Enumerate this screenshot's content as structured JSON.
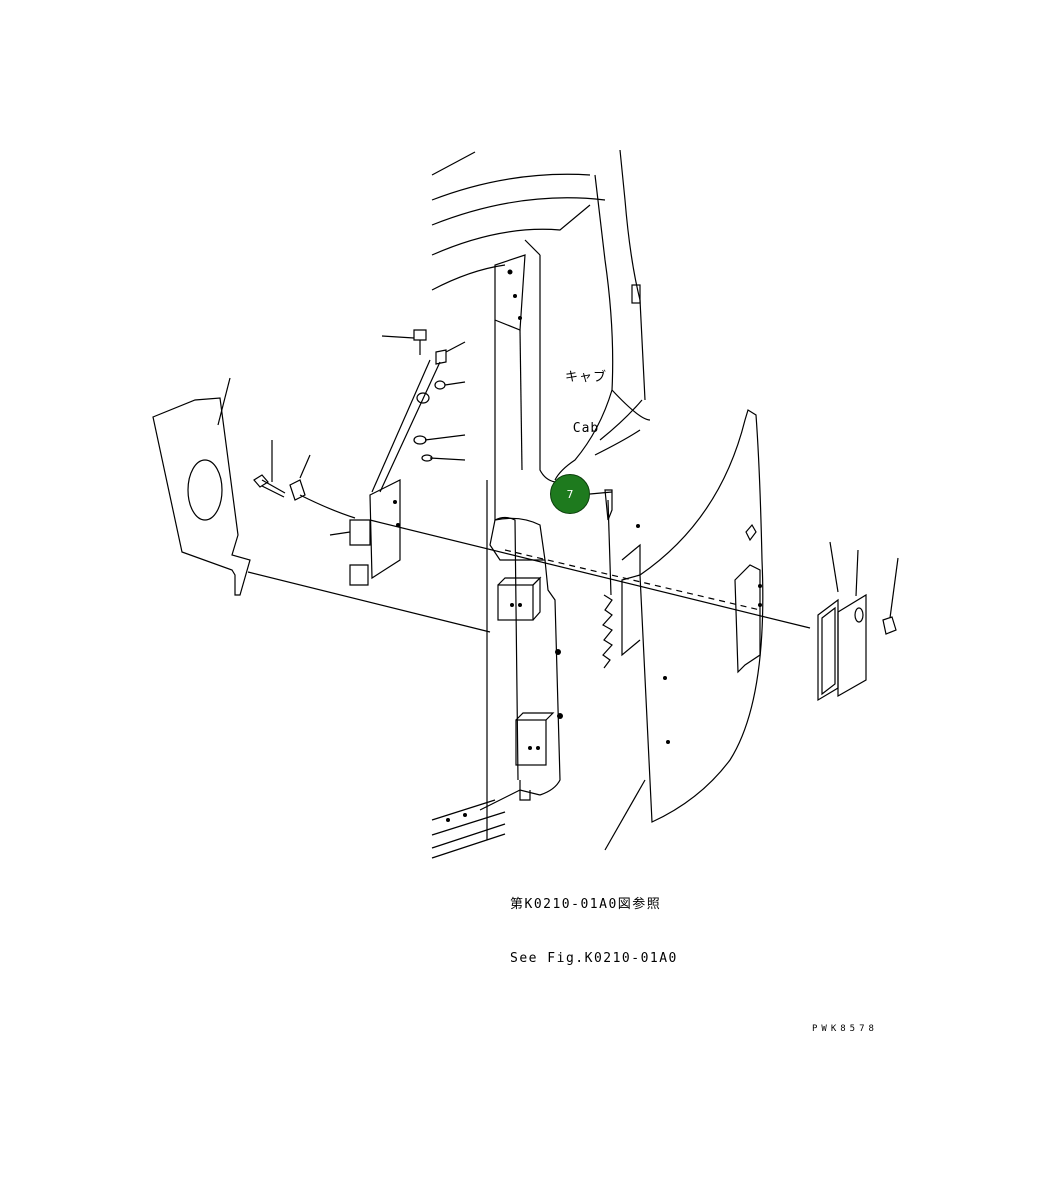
{
  "labels": {
    "cab_jp": "キャブ",
    "cab_en": "Cab",
    "ref_jp": "第K0210-01A0図参照",
    "ref_en": "See Fig.K0210-01A0",
    "drawing_code": "PWK8578"
  },
  "callout": {
    "number": "7",
    "color": "#1e7a1e"
  }
}
